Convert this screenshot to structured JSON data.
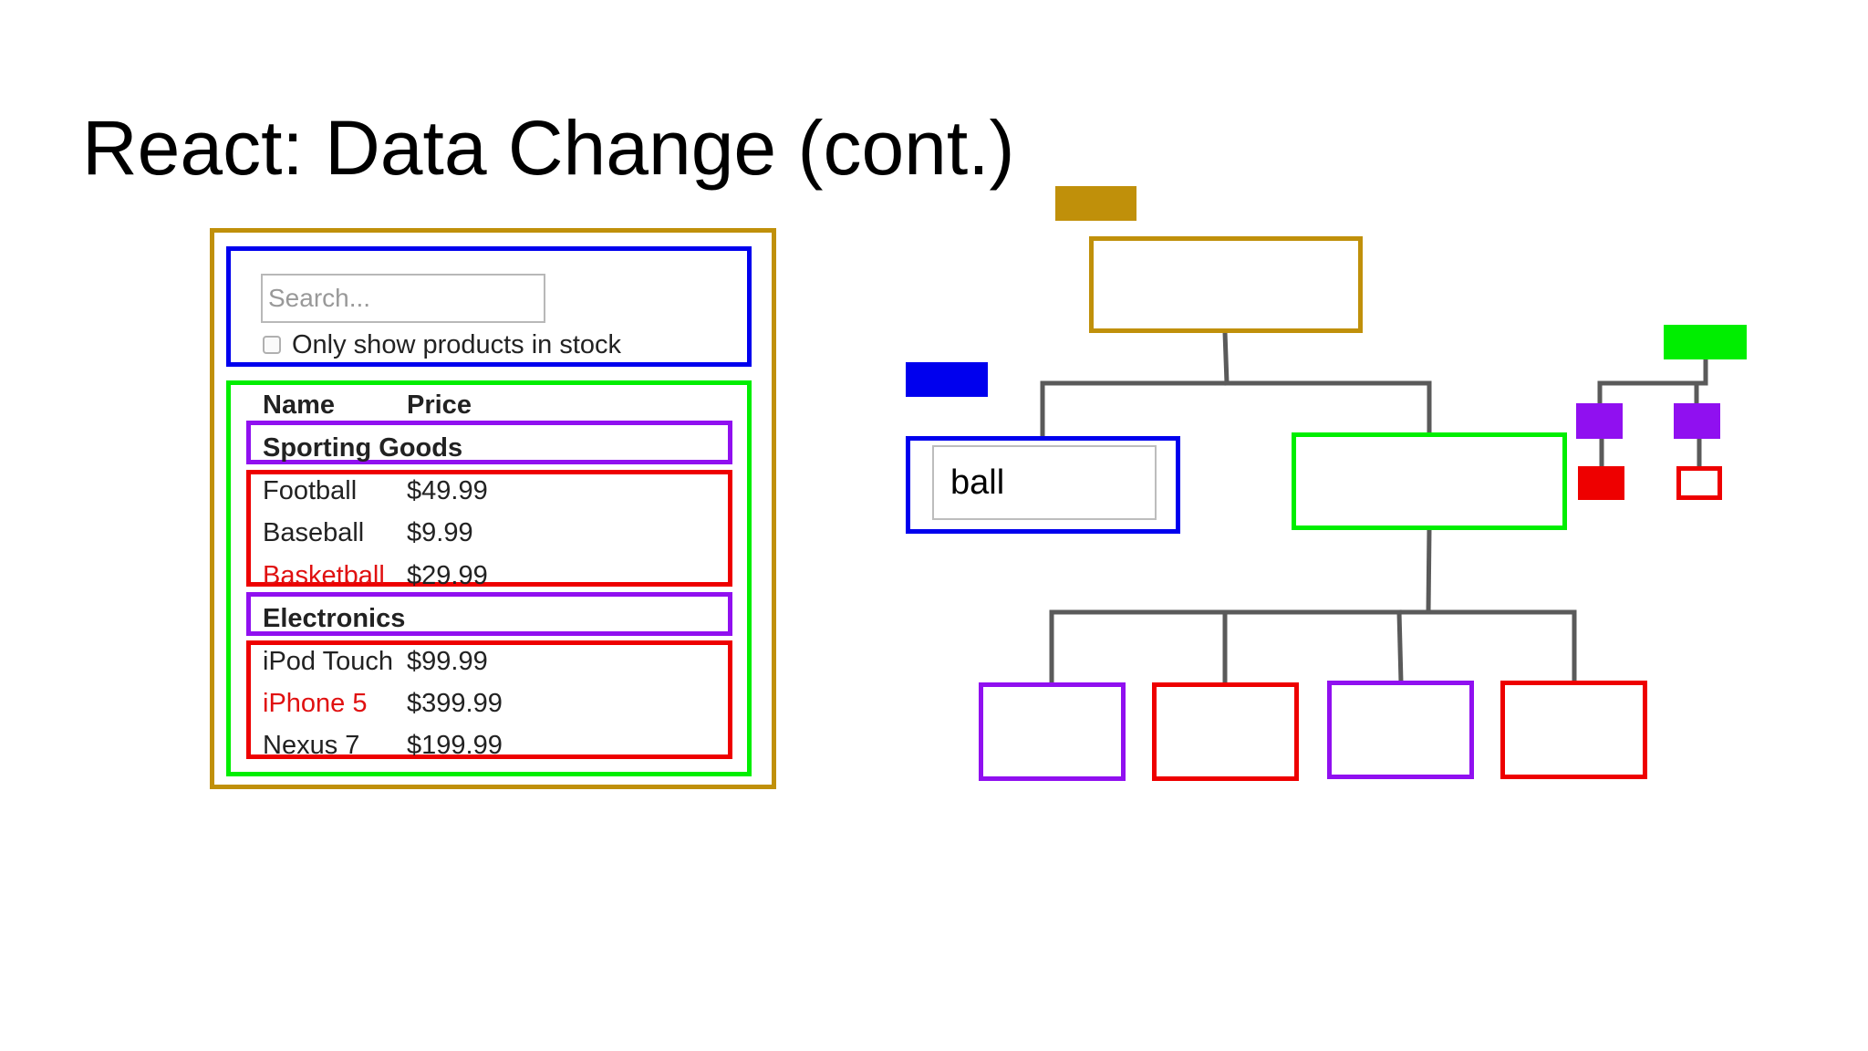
{
  "slide": {
    "title": "React: Data Change (cont.)"
  },
  "app": {
    "search_placeholder": "Search...",
    "checkbox_label": "Only show products in stock",
    "header": {
      "name": "Name",
      "price": "Price"
    },
    "categories": [
      {
        "name": "Sporting Goods",
        "products": [
          {
            "name": "Football",
            "price": "$49.99",
            "out_of_stock": false
          },
          {
            "name": "Baseball",
            "price": "$9.99",
            "out_of_stock": false
          },
          {
            "name": "Basketball",
            "price": "$29.99",
            "out_of_stock": true
          }
        ]
      },
      {
        "name": "Electronics",
        "products": [
          {
            "name": "iPod Touch",
            "price": "$99.99",
            "out_of_stock": false
          },
          {
            "name": "iPhone 5",
            "price": "$399.99",
            "out_of_stock": true
          },
          {
            "name": "Nexus 7",
            "price": "$199.99",
            "out_of_stock": false
          }
        ]
      }
    ]
  },
  "tree": {
    "search_value": "ball"
  },
  "colors": {
    "gold": "#c0900a",
    "blue": "#0000ee",
    "green": "#00ee00",
    "purple": "#9010f0",
    "red": "#ee0000",
    "edge": "#5a5a5a"
  }
}
